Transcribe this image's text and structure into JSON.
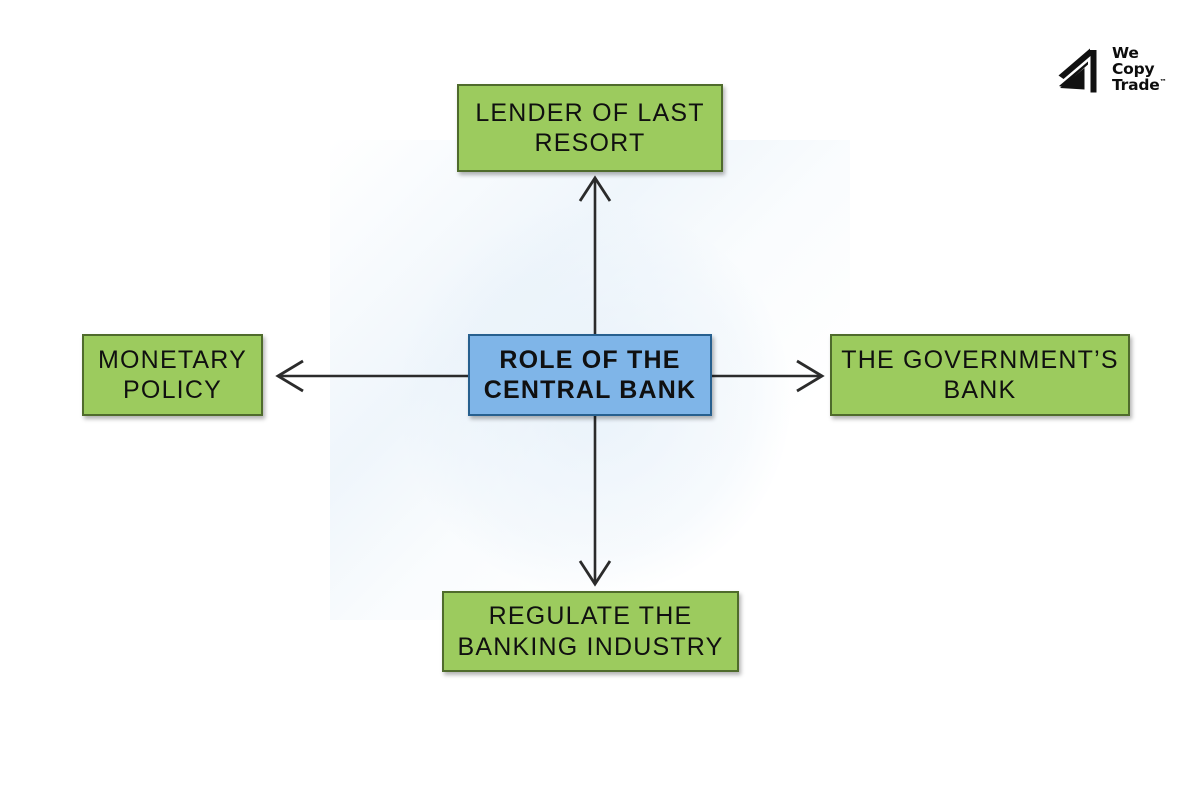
{
  "diagram": {
    "type": "mind-map",
    "title": "ROLE OF THE CENTRAL BANK",
    "center": {
      "label": "ROLE OF THE CENTRAL BANK",
      "line1": "ROLE OF THE",
      "line2": "CENTRAL BANK",
      "fill": "#7FB5E8",
      "border": "#27608F"
    },
    "branches": [
      {
        "id": "lender-of-last-resort",
        "label": "LENDER OF LAST RESORT",
        "line1": "LENDER OF LAST",
        "line2": "RESORT",
        "direction": "up",
        "fill": "#9CCB5E",
        "border": "#4F6B2C"
      },
      {
        "id": "the-governments-bank",
        "label": "THE GOVERNMENT’S BANK",
        "line1": "THE GOVERNMENT’S",
        "line2": "BANK",
        "direction": "right",
        "fill": "#9CCB5E",
        "border": "#4F6B2C"
      },
      {
        "id": "regulate-the-banking-industry",
        "label": "REGULATE THE BANKING INDUSTRY",
        "line1": "REGULATE THE",
        "line2": "BANKING INDUSTRY",
        "direction": "down",
        "fill": "#9CCB5E",
        "border": "#4F6B2C"
      },
      {
        "id": "monetary-policy",
        "label": "MONETARY POLICY",
        "line1": "MONETARY",
        "line2": "POLICY",
        "direction": "left",
        "fill": "#9CCB5E",
        "border": "#4F6B2C"
      }
    ],
    "connectors": {
      "color": "#2B2B2B",
      "style": "single-line-open-arrowhead",
      "count": 4
    }
  },
  "logo": {
    "name": "We Copy Trade",
    "line1": "We",
    "line2": "Copy",
    "line3": "Trade",
    "trademark": "™",
    "mark": "double-chevron-arrow-up-right",
    "color": "#0D0D0D"
  }
}
